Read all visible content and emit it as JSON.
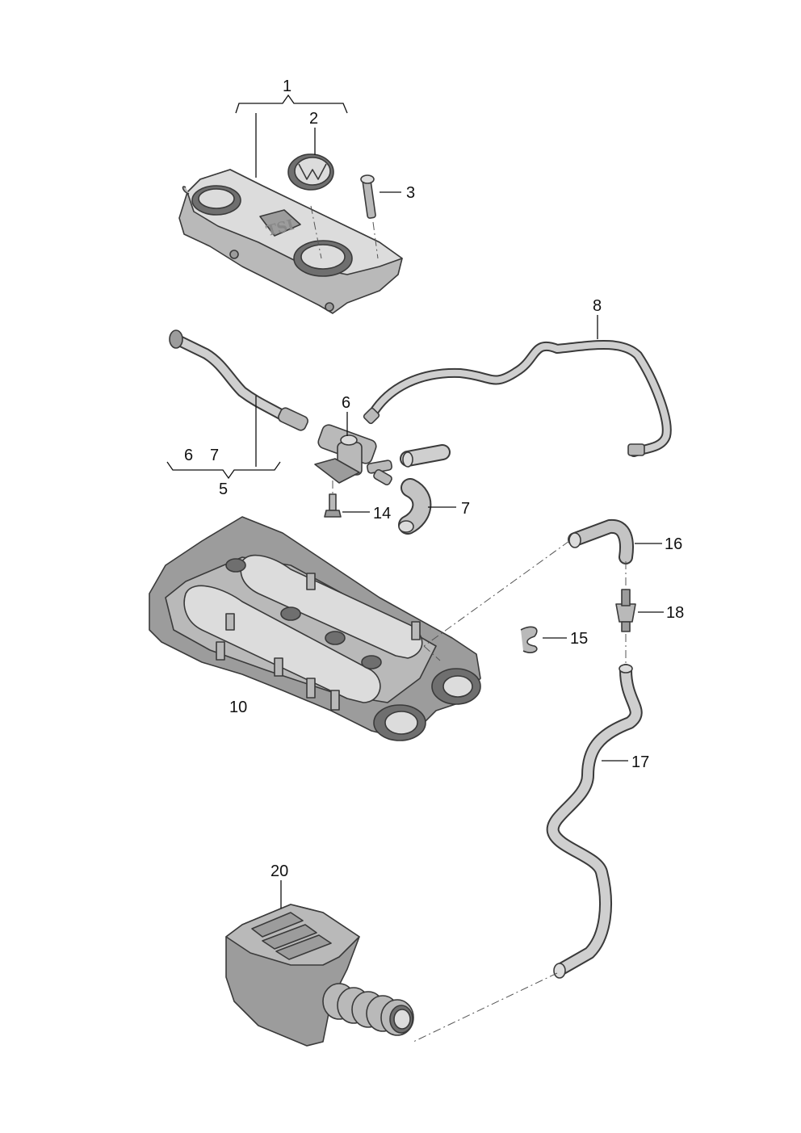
{
  "callouts": {
    "c1": "1",
    "c2": "2",
    "c3": "3",
    "c5": "5",
    "c6a": "6",
    "c6b": "6",
    "c7a": "7",
    "c7b": "7",
    "c8": "8",
    "c10": "10",
    "c14": "14",
    "c15": "15",
    "c16": "16",
    "c17": "17",
    "c18": "18",
    "c20": "20"
  },
  "cover_logo": "TSI",
  "colors": {
    "part_fill": "#b9b9b9",
    "part_stroke": "#3a3a3a",
    "background": "#ffffff"
  }
}
